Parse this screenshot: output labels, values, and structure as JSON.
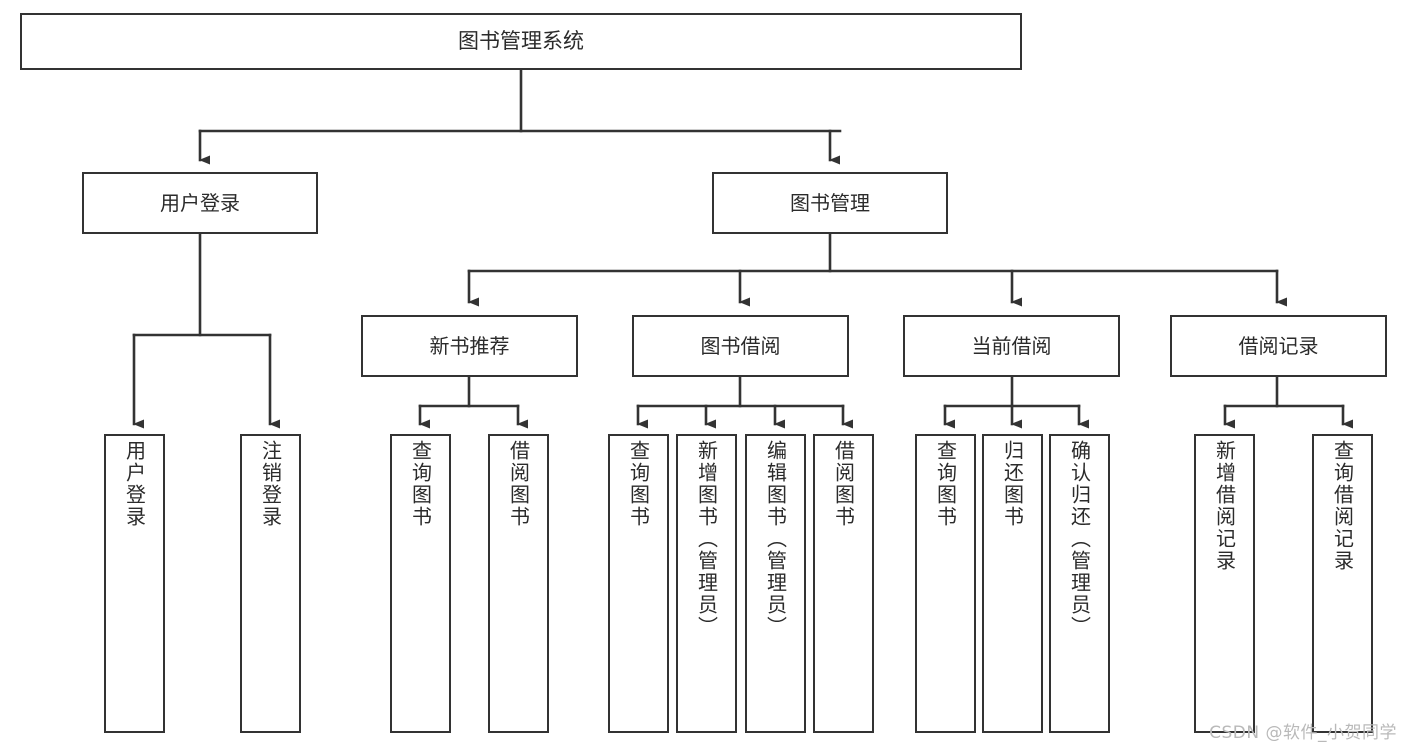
{
  "diagram": {
    "kind": "function-structure-tree",
    "title": "图书管理系统",
    "box_border_color": "#333333",
    "box_fill_color": "#ffffff",
    "connector_color": "#333333",
    "background_color": "#ffffff"
  },
  "root": {
    "label": "图书管理系统"
  },
  "level2": {
    "user_login": {
      "label": "用户登录"
    },
    "book_manage": {
      "label": "图书管理"
    }
  },
  "level3": {
    "new_book_rec": {
      "label": "新书推荐"
    },
    "book_borrow": {
      "label": "图书借阅"
    },
    "current_borrow": {
      "label": "当前借阅"
    },
    "borrow_record": {
      "label": "借阅记录"
    }
  },
  "leaves": {
    "user_login": [
      {
        "label": "用户登录"
      },
      {
        "label": "注销登录"
      }
    ],
    "new_book_rec": [
      {
        "label": "查询图书"
      },
      {
        "label": "借阅图书"
      }
    ],
    "book_borrow": [
      {
        "label": "查询图书"
      },
      {
        "label": "新增图书（管理员）"
      },
      {
        "label": "编辑图书（管理员）"
      },
      {
        "label": "借阅图书"
      }
    ],
    "current_borrow": [
      {
        "label": "查询图书"
      },
      {
        "label": "归还图书"
      },
      {
        "label": "确认归还（管理员）"
      }
    ],
    "borrow_record": [
      {
        "label": "新增借阅记录"
      },
      {
        "label": "查询借阅记录"
      }
    ]
  },
  "watermark": {
    "text": "CSDN @软件_小贺同学"
  }
}
